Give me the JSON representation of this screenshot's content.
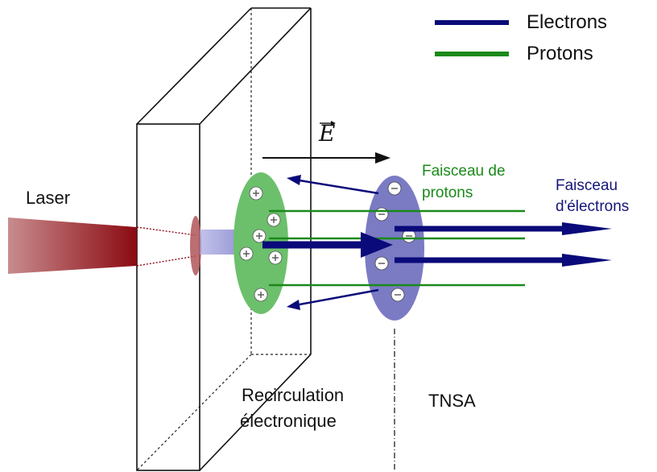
{
  "legend": {
    "electrons": {
      "label": "Electrons",
      "color": "#0a0a7a"
    },
    "protons": {
      "label": "Protons",
      "color": "#1a8a1a"
    }
  },
  "labels": {
    "laser": "Laser",
    "field": "E",
    "proton_beam": [
      "Faisceau de",
      "protons"
    ],
    "electron_beam": [
      "Faisceau",
      "d'électrons"
    ],
    "recirculation": [
      "Recirculation",
      "électronique"
    ],
    "tnsa": "TNSA"
  },
  "colors": {
    "laser": "#8b0a12",
    "proton_cloud": "#6cc06c",
    "electron_cloud": "#7b7bc4",
    "laser_spot": "#b05558"
  }
}
